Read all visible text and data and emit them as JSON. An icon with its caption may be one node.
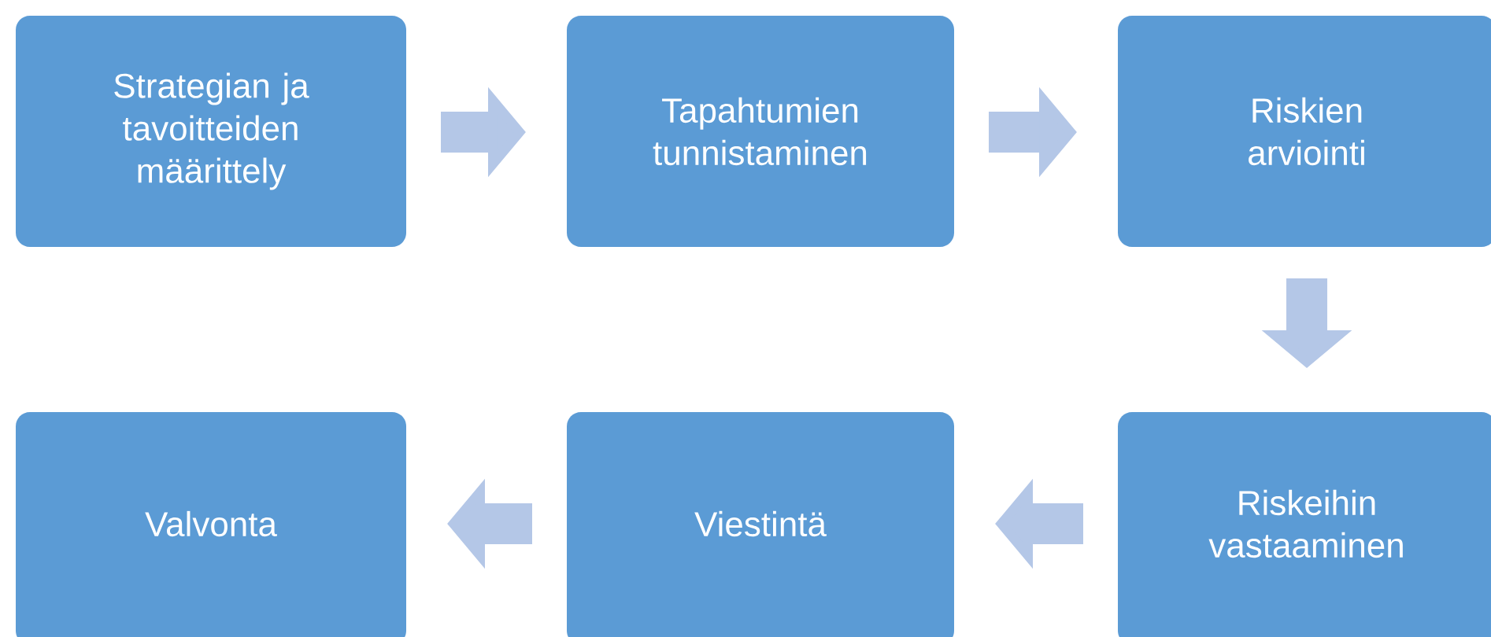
{
  "diagram": {
    "nodes": [
      {
        "text": [
          "Strategian ja tavoitteiden määrittely"
        ]
      },
      {
        "text": [
          "Tapahtumien tunnistaminen"
        ]
      },
      {
        "text": [
          "Riskien arviointi"
        ]
      },
      {
        "text": [
          "Riskeihin vastaaminen"
        ]
      },
      {
        "text": [
          "Viestintä"
        ]
      },
      {
        "text": [
          "Valvonta"
        ]
      }
    ],
    "edges": [
      {
        "from": 0,
        "to": 1,
        "arrow": "to"
      },
      {
        "from": 1,
        "to": 2,
        "arrow": "to"
      },
      {
        "from": 2,
        "to": 3,
        "arrow": "to"
      },
      {
        "from": 3,
        "to": 4,
        "arrow": "to"
      },
      {
        "from": 4,
        "to": 5,
        "arrow": "to"
      }
    ]
  }
}
